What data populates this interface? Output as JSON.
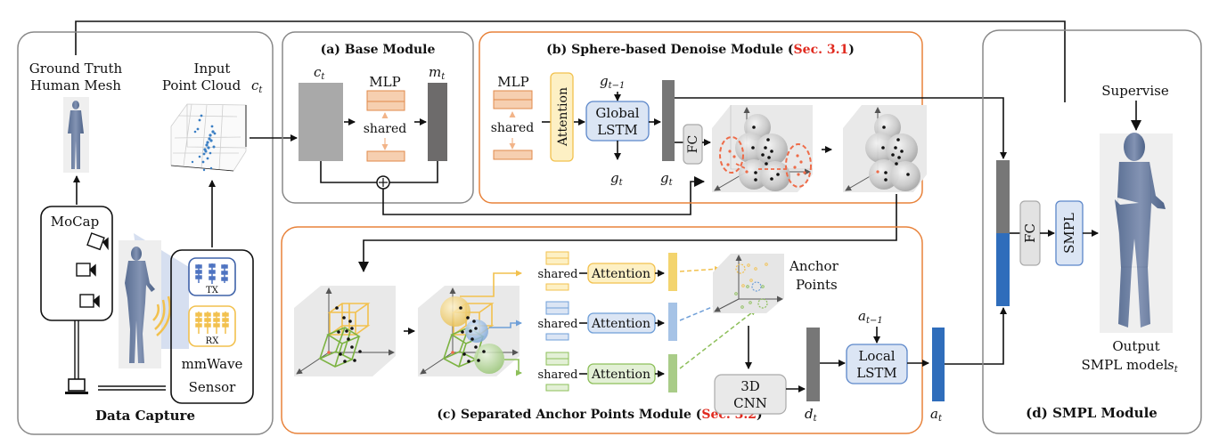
{
  "figure": {
    "data_capture": {
      "title": "Data Capture",
      "gt_label_1": "Ground Truth",
      "gt_label_2": "Human Mesh",
      "pc_label_1": "Input",
      "pc_label_2": "Point Cloud",
      "pc_var": "c",
      "pc_sub": "t",
      "mocap": "MoCap",
      "tx": "TX",
      "rx": "RX",
      "sensor_1": "mmWave",
      "sensor_2": "Sensor"
    },
    "base_module": {
      "title": "(a) Base Module",
      "c_var": "c",
      "c_sub": "t",
      "mlp": "MLP",
      "shared": "shared",
      "m_var": "m",
      "m_sub": "t",
      "plus": "+"
    },
    "denoise_module": {
      "title_prefix": "(b) Sphere-based Denoise Module (",
      "title_ref": "Sec. 3.1",
      "title_suffix": ")",
      "mlp": "MLP",
      "shared": "shared",
      "attention": "Attention",
      "lstm_1": "Global",
      "lstm_2": "LSTM",
      "g_prev": "g",
      "g_prev_sub": "t−1",
      "g_out": "g",
      "g_out_sub": "t",
      "g_feat": "g",
      "g_feat_sub": "t",
      "fc": "FC"
    },
    "anchor_module": {
      "title_prefix": "(c) Separated Anchor Points Module (",
      "title_ref": "Sec. 3.2",
      "title_suffix": ")",
      "branches": [
        {
          "shared": "shared",
          "attention": "Attention",
          "color": "#f2c94c"
        },
        {
          "shared": "shared",
          "attention": "Attention",
          "color": "#6f9fd8"
        },
        {
          "shared": "shared",
          "attention": "Attention",
          "color": "#8dbf5a"
        }
      ],
      "anchor_1": "Anchor",
      "anchor_2": "Points",
      "cnn_1": "3D",
      "cnn_2": "CNN",
      "d_var": "d",
      "d_sub": "t",
      "lstm_1": "Local",
      "lstm_2": "LSTM",
      "a_prev": "a",
      "a_prev_sub": "t−1",
      "a_var": "a",
      "a_sub": "t"
    },
    "smpl_module": {
      "title": "(d) SMPL Module",
      "supervise": "Supervise",
      "fc": "FC",
      "smpl": "SMPL",
      "out_1": "Output",
      "out_2": "SMPL model",
      "s_var": "s",
      "s_sub": "t"
    },
    "colors": {
      "orange_border": "#e8823a",
      "gray_border": "#888888",
      "ref_red": "#e0291e",
      "mlp_fill": "#f6cfb0",
      "mlp_stroke": "#e08a4a",
      "attention_fill": "#fdf0c4",
      "attention_stroke": "#f2c14e",
      "lstm_fill": "#dbe5f4",
      "lstm_stroke": "#5b86c9",
      "feature_blue": "#2f6dbb",
      "feature_gray": "#777777"
    }
  }
}
